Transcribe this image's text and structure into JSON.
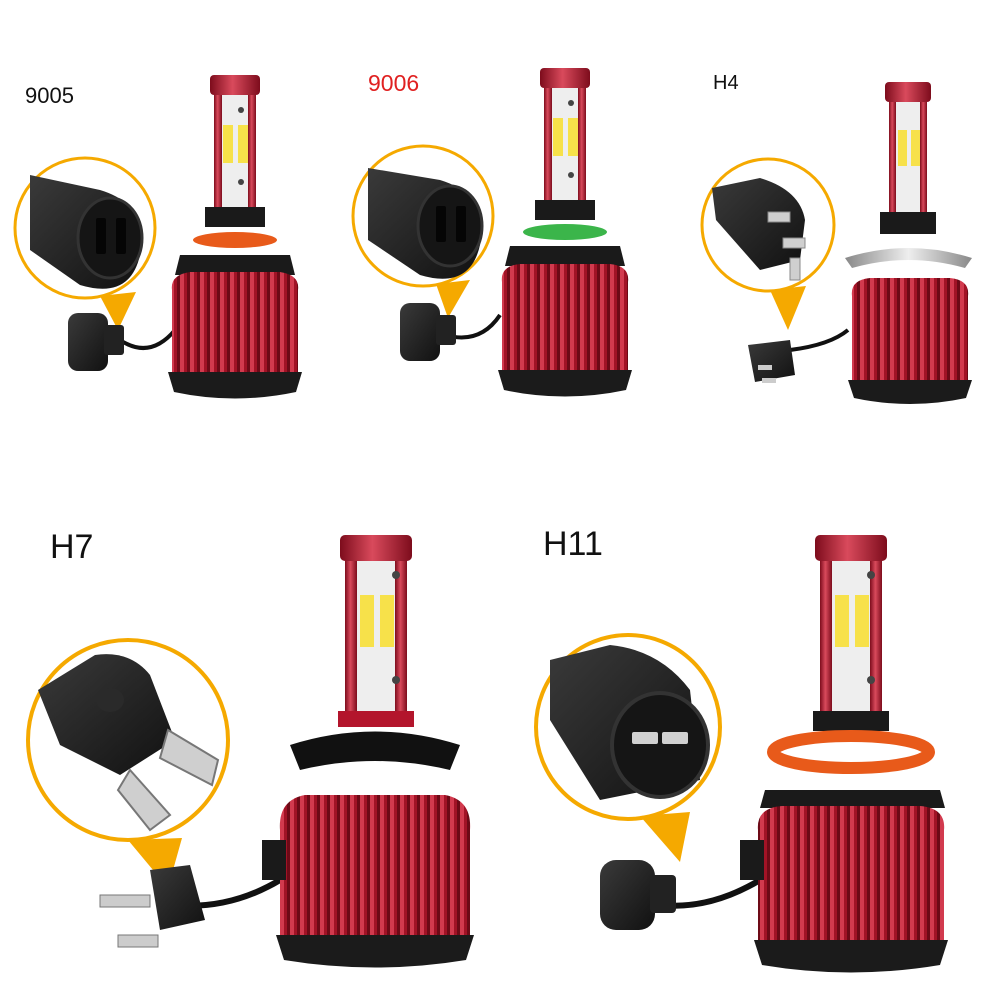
{
  "labels": {
    "l9005": "9005",
    "l9006": "9006",
    "h4": "H4",
    "h7": "H7",
    "h11": "H11"
  },
  "colors": {
    "body_red": "#b3152c",
    "body_red_dark": "#7d0c1c",
    "body_red_light": "#d94a5c",
    "callout_orange": "#f5a900",
    "led_yellow": "#f7e14a",
    "ring_orange": "#e85a1a",
    "ring_green": "#3bb54a",
    "plug_black": "#1c1c1c",
    "metal": "#c9c9c9",
    "label_red": "#e02020"
  }
}
